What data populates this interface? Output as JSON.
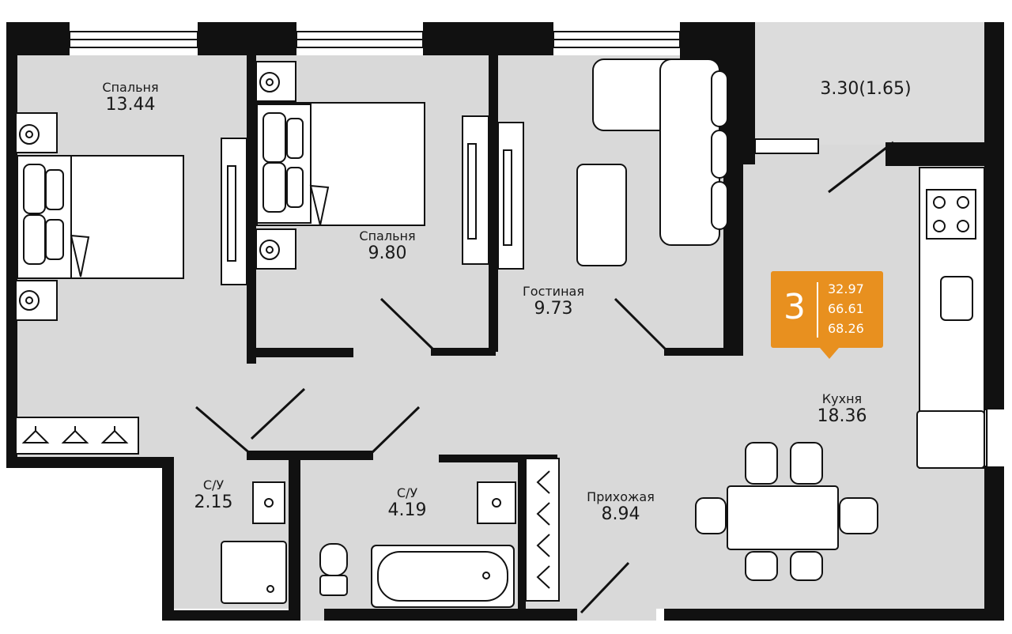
{
  "rooms": [
    {
      "name": "Спальня",
      "area": "13.44"
    },
    {
      "name": "Спальня",
      "area": "9.80"
    },
    {
      "name": "Гостиная",
      "area": "9.73"
    },
    {
      "name": "",
      "area": "3.30(1.65)"
    },
    {
      "name": "Кухня",
      "area": "18.36"
    },
    {
      "name": "С/У",
      "area": "2.15"
    },
    {
      "name": "С/У",
      "area": "4.19"
    },
    {
      "name": "Прихожая",
      "area": "8.94"
    }
  ],
  "badge": {
    "room_count": "3",
    "areas": [
      "32.97",
      "66.61",
      "68.26"
    ],
    "color": "#e8901f"
  }
}
